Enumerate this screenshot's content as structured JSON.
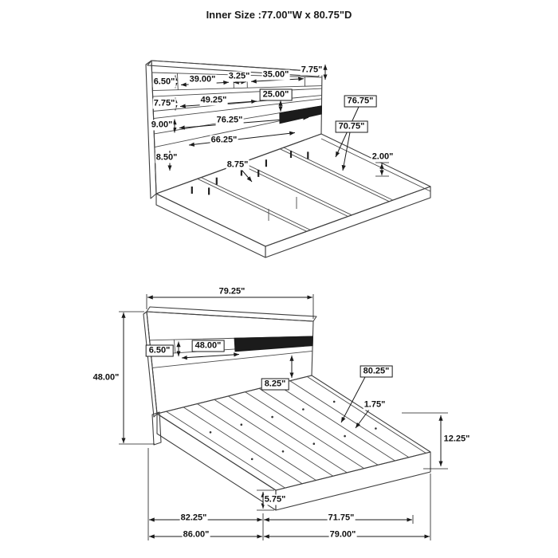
{
  "title": "Inner Size :77.00\"W x 80.75\"D",
  "top_view": {
    "labels": [
      "6.50\"",
      "39.00\"",
      "3.25\"",
      "35.00\"",
      "7.75\"",
      "7.75\"",
      "49.25\"",
      "25.00\"",
      "9.00\"",
      "76.25\"",
      "66.25\"",
      "8.50\"",
      "8.75\"",
      "76.75\"",
      "70.75\"",
      "2.00\""
    ]
  },
  "bottom_view": {
    "labels": [
      "79.25\"",
      "48.00\"",
      "6.50\"",
      "48.00\"",
      "8.25\"",
      "80.25\"",
      "1.75\"",
      "12.25\"",
      "5.75\"",
      "82.25\"",
      "71.75\"",
      "86.00\"",
      "79.00\""
    ]
  }
}
